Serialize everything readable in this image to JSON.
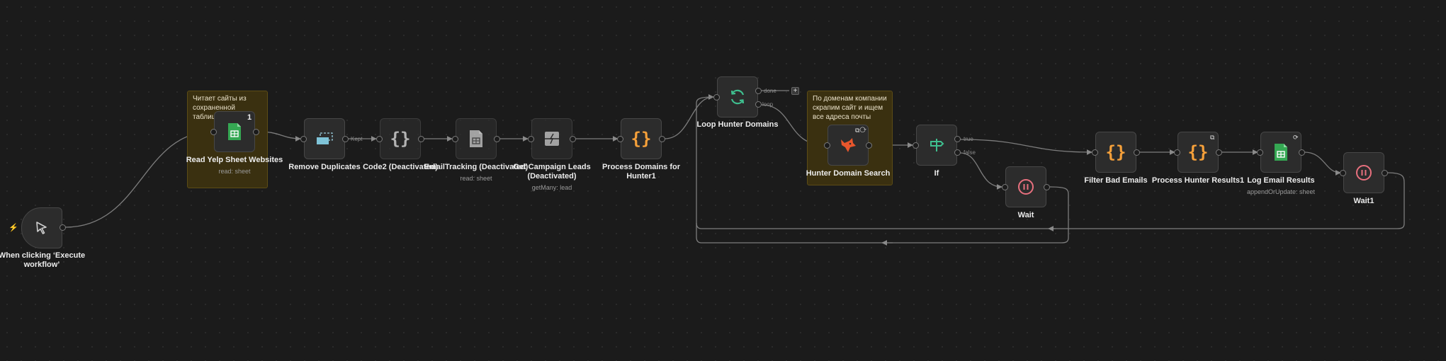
{
  "canvas": {
    "sticky_notes": [
      {
        "id": "note-read",
        "text": "Читает сайты из сохраненной таблицы"
      },
      {
        "id": "note-hunter",
        "text": "По доменам компании скрапим сайт и ищем все адреса почты"
      }
    ],
    "nodes": {
      "trigger": {
        "label": "When clicking ‘Execute workflow’",
        "icon": "cursor-click-icon"
      },
      "read_yelp": {
        "label": "Read Yelp Sheet Websites",
        "subtitle": "read: sheet",
        "badge": "1",
        "icon": "google-sheets-icon"
      },
      "remove_dup": {
        "label": "Remove Duplicates",
        "output_label": "Kept",
        "icon": "remove-duplicates-icon"
      },
      "code2": {
        "label": "Code2 (Deactivated)",
        "icon": "code-braces-icon"
      },
      "email_tracking": {
        "label": "EmailTracking (Deactivated)",
        "subtitle": "read: sheet",
        "icon": "google-sheets-icon"
      },
      "campaign_leads": {
        "label": "Get Campaign Leads (Deactivated)",
        "subtitle": "getMany: lead",
        "icon": "campaign-icon"
      },
      "process_domains": {
        "label": "Process Domains for Hunter1",
        "icon": "code-braces-icon"
      },
      "loop_hunter": {
        "label": "Loop Hunter Domains",
        "output_done": "done",
        "output_loop": "loop",
        "icon": "loop-icon"
      },
      "hunter_search": {
        "label": "Hunter Domain Search",
        "icon": "hunter-fox-icon"
      },
      "if": {
        "label": "If",
        "output_true": "true",
        "output_false": "false",
        "icon": "if-signpost-icon"
      },
      "wait": {
        "label": "Wait",
        "icon": "pause-icon"
      },
      "filter_bad": {
        "label": "Filter Bad Emails",
        "icon": "code-braces-icon"
      },
      "process_results": {
        "label": "Process Hunter Results1",
        "icon": "code-braces-icon"
      },
      "log_results": {
        "label": "Log Email Results",
        "subtitle": "appendOrUpdate: sheet",
        "icon": "google-sheets-icon"
      },
      "wait1": {
        "label": "Wait1",
        "icon": "pause-icon"
      }
    }
  },
  "colors": {
    "background": "#1b1b1b",
    "node_bg": "#2c2c2c",
    "wire": "#8a8a8a",
    "sheets_green": "#35a853",
    "code_orange": "#f5a03a",
    "loop_green": "#3fbf8f",
    "hunter_orange": "#e8562c",
    "pause_pink": "#e8707e",
    "sticky_bg": "#3a3010"
  }
}
